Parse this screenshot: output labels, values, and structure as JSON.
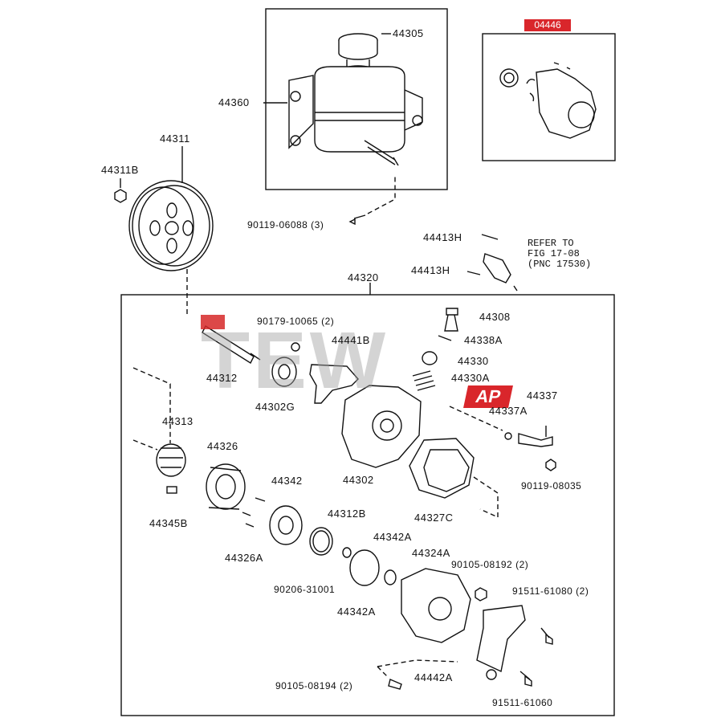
{
  "highlight_badge": "04446",
  "refer_note": [
    "REFER TO",
    "FIG 17-08",
    "(PNC 17530)"
  ],
  "watermark": {
    "text": "TEW",
    "badge": "AP"
  },
  "labels": {
    "p44305": "44305",
    "p44360": "44360",
    "p44311": "44311",
    "p44311B": "44311B",
    "p90119_06088": "90119-06088 (3)",
    "p44413H_a": "44413H",
    "p44413H_b": "44413H",
    "p44320": "44320",
    "p90179_10065": "90179-10065 (2)",
    "p44441B": "44441B",
    "p44308": "44308",
    "p44338A": "44338A",
    "p44330": "44330",
    "p44330A": "44330A",
    "p44312": "44312",
    "p44302G": "44302G",
    "p44337": "44337",
    "p44337A": "44337A",
    "p44313": "44313",
    "p44326": "44326",
    "p44302": "44302",
    "p90119_08035": "90119-08035",
    "p44342": "44342",
    "p44327C": "44327C",
    "p44345B": "44345B",
    "p44312B": "44312B",
    "p44342A_a": "44342A",
    "p44326A": "44326A",
    "p44324A": "44324A",
    "p90105_08192": "90105-08192 (2)",
    "p90206_31001": "90206-31001",
    "p91511_61080": "91511-61080 (2)",
    "p44342A_b": "44342A",
    "p90105_08194": "90105-08194 (2)",
    "p44442A": "44442A",
    "p91511_61060": "91511-61060"
  }
}
